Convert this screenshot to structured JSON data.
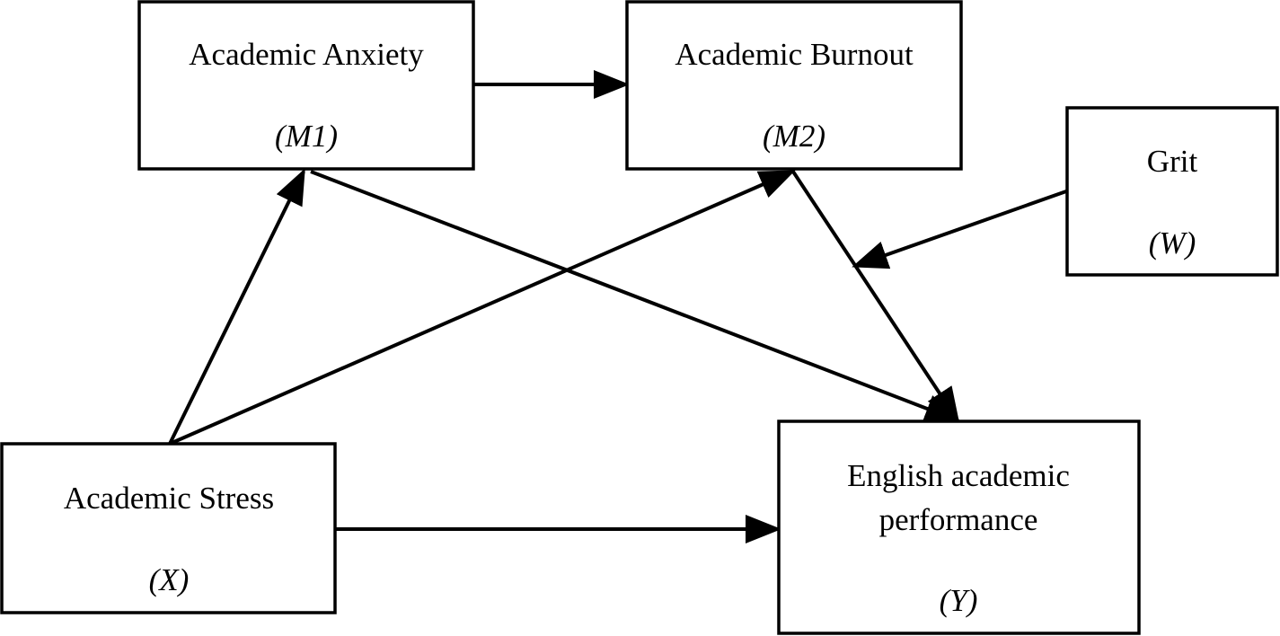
{
  "nodes": {
    "anxiety": {
      "label": "Academic Anxiety",
      "code": "(M1)"
    },
    "burnout": {
      "label": "Academic Burnout",
      "code": "(M2)"
    },
    "grit": {
      "label": "Grit",
      "code": "(W)"
    },
    "stress": {
      "label": "Academic Stress",
      "code": "(X)"
    },
    "performance": {
      "label_line1": "English academic",
      "label_line2": "performance",
      "code": "(Y)"
    }
  },
  "edges": [
    {
      "from": "Academic Anxiety",
      "to": "Academic Burnout"
    },
    {
      "from": "Academic Stress",
      "to": "Academic Anxiety"
    },
    {
      "from": "Academic Stress",
      "to": "Academic Burnout"
    },
    {
      "from": "Academic Anxiety",
      "to": "English academic performance"
    },
    {
      "from": "Academic Burnout",
      "to": "English academic performance"
    },
    {
      "from": "Academic Stress",
      "to": "English academic performance"
    },
    {
      "from": "Grit",
      "to": "Academic Burnout → English academic performance path"
    }
  ],
  "colors": {
    "stroke": "#000000",
    "background": "#ffffff"
  }
}
